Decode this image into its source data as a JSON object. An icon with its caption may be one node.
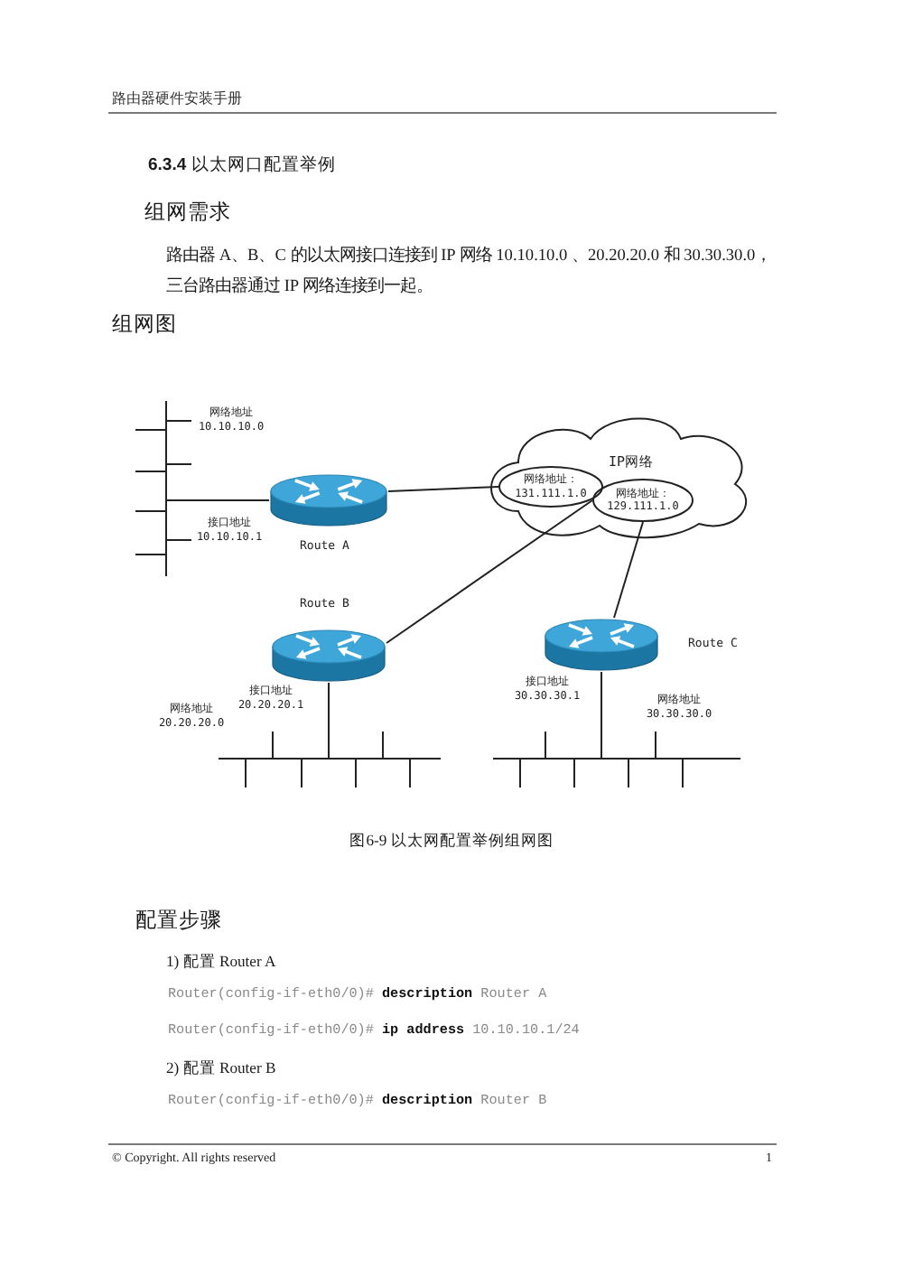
{
  "diagram": {
    "title": "**6.3.4** 以太网口配置举例",
    "caption": "图6-9 以太网配置举例组网图",
    "nodes": [
      {
        "text": [],
        "shape": "bar",
        "beside": [
          "网络地址 10.10.10.0"
        ]
      },
      {
        "text": [
          "IP网络"
        ]
      },
      {
        "text": [
          "网络地址： 131.111.1.0"
        ],
        "in": 1
      },
      {
        "text": [
          "网络地址： 129.111.1.0"
        ],
        "in": 1
      },
      {
        "text": [],
        "shape": "picture",
        "beside": [
          "Route A",
          "接口地址 10.10.10.1"
        ]
      },
      {
        "text": [],
        "shape": "picture",
        "beside": [
          "Route B",
          "接口地址 20.20.20.1"
        ]
      },
      {
        "text": [],
        "shape": "picture",
        "beside": [
          "Route C",
          "接口地址 30.30.30.1"
        ]
      },
      {
        "text": [],
        "shape": "bar",
        "beside": [
          "网络地址 20.20.20.0"
        ]
      },
      {
        "text": [],
        "shape": "bar",
        "beside": [
          "网络地址 30.30.30.0"
        ]
      }
    ],
    "edges": [
      {
        "from": 4,
        "to": 0,
        "arrow": "none"
      },
      {
        "from": 4,
        "to": 2,
        "arrow": "none"
      },
      {
        "from": 5,
        "to": 3,
        "arrow": "none"
      },
      {
        "from": 6,
        "to": 3,
        "arrow": "none"
      },
      {
        "from": 5,
        "to": 7,
        "arrow": "none"
      },
      {
        "from": 6,
        "to": 8,
        "arrow": "none"
      }
    ],
    "labels": [
      "路由器硬件安装手册",
      "组网需求",
      "路由器 A、B、C 的以太网接口连接到 IP 网络 10.10.10.0 、20.20.20.0 和 30.30.30.0，三台路由器通过 IP 网络连接到一起。",
      "组网图",
      "配置步骤",
      "1) 配置 Router A",
      "Router(config-if-eth0/0)# **description** Router A",
      "Router(config-if-eth0/0)# **ip address** 10.10.10.1/24",
      "2) 配置 Router B",
      "Router(config-if-eth0/0)# **description** Router B",
      "© Copyright. All rights reserved",
      "1"
    ]
  }
}
